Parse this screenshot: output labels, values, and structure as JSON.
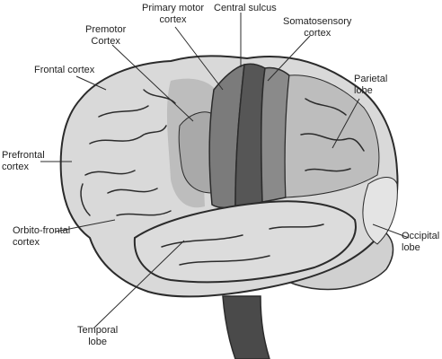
{
  "labels": {
    "primary_motor": [
      "Primary motor",
      "cortex"
    ],
    "central_sulcus": [
      "Central sulcus"
    ],
    "somatosensory": [
      "Somatosensory",
      "cortex"
    ],
    "premotor": [
      "Premotor",
      "Cortex"
    ],
    "frontal": [
      "Frontal cortex"
    ],
    "parietal": [
      "Parietal",
      "lobe"
    ],
    "prefrontal": [
      "Prefrontal",
      "cortex"
    ],
    "occipital": [
      "Occipital",
      "lobe"
    ],
    "orbito_frontal": [
      "Orbito-frontal",
      "cortex"
    ],
    "temporal": [
      "Temporal",
      "lobe"
    ]
  },
  "colors": {
    "brain_light": "#d9d9d9",
    "brain_mid": "#bdbdbd",
    "motor_dark": "#7b7b7b",
    "central_dark": "#565656",
    "stem": "#4a4a4a",
    "outline": "#2b2b2b"
  }
}
